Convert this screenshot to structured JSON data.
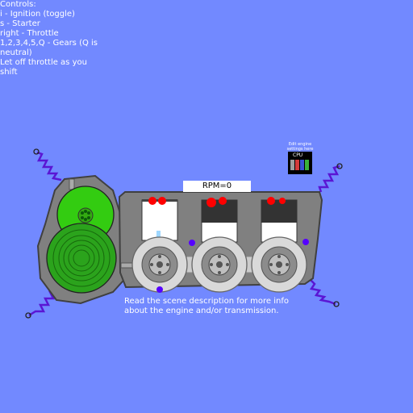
{
  "instructions": {
    "lines": [
      "Controls:",
      "i - Ignition (toggle)",
      "s - Starter",
      "right - Throttle",
      "1,2,3,4,5,Q - Gears (Q is",
      "neutral)",
      "Let off throttle as you",
      "shift"
    ]
  },
  "rpm_display": {
    "text": "RPM=0"
  },
  "cpu_widget": {
    "caption": "Edit engine\nsettings here",
    "label": "CPU"
  },
  "footer": {
    "text": "Read the scene description for more info\nabout the engine and/or transmission."
  },
  "colors": {
    "background": "#7289ff",
    "engine_body": "#808080",
    "outline": "#404040",
    "flywheel": "#2ba31c",
    "gear": "#33cc11",
    "spring": "#5a16d4",
    "piston_marker": "#ff0000",
    "joint": "#5500ff"
  },
  "icons": [
    "spring-icon",
    "gear-icon",
    "flywheel-icon",
    "crank-wheel-icon",
    "cpu-icon"
  ]
}
